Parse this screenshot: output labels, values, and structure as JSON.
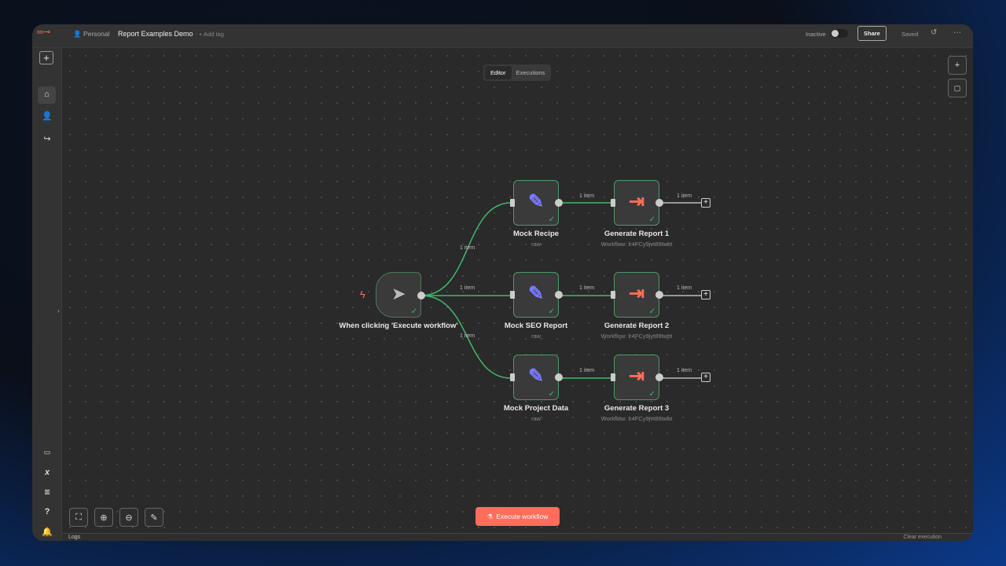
{
  "header": {
    "project": "Personal",
    "title": "Report Examples Demo",
    "add_tag": "+ Add tag",
    "status": "Inactive",
    "share": "Share",
    "saved": "Saved"
  },
  "tabs": [
    {
      "label": "Editor",
      "active": true
    },
    {
      "label": "Executions",
      "active": false
    }
  ],
  "nodes": {
    "trigger": {
      "label": "When clicking 'Execute workflow'"
    },
    "mock1": {
      "label": "Mock Recipe",
      "sub": "raw"
    },
    "mock2": {
      "label": "Mock SEO Report",
      "sub": "raw"
    },
    "mock3": {
      "label": "Mock Project Data",
      "sub": "raw"
    },
    "gen1": {
      "label": "Generate Report 1",
      "sub": "Workflow: lr4FCy9jvt89twbt"
    },
    "gen2": {
      "label": "Generate Report 2",
      "sub": "Workflow: lr4FCy9jvt89twbt"
    },
    "gen3": {
      "label": "Generate Report 3",
      "sub": "Workflow: lr4FCy9jvt89twbt"
    }
  },
  "edge_label": "1 item",
  "execute": "Execute workflow",
  "footer": {
    "logs": "Logs",
    "clear": "Clear execution"
  },
  "colors": {
    "accent": "#ff6d5a",
    "success": "#3fb96a",
    "edit_icon": "#7a7aff"
  }
}
